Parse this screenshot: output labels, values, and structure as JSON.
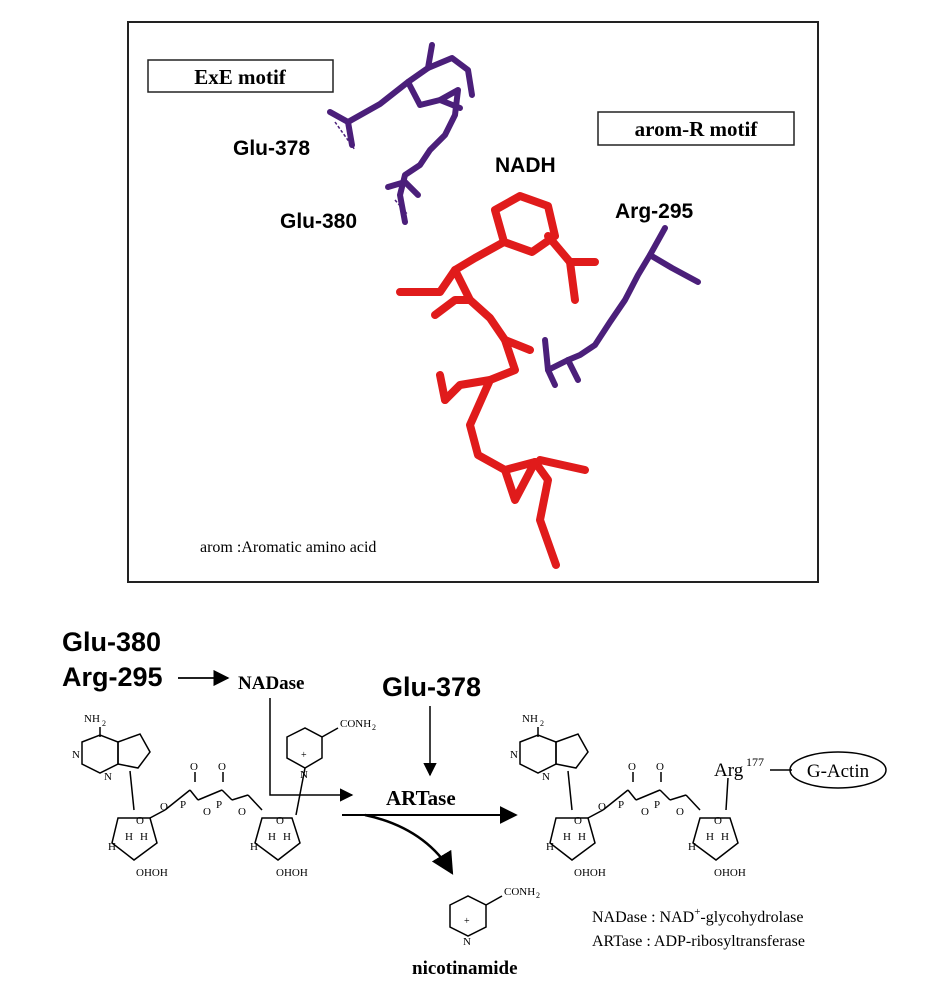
{
  "structure_panel": {
    "motif_exe": "ExE motif",
    "motif_arom_r": "arom-R motif",
    "label_glu378": "Glu-378",
    "label_glu380": "Glu-380",
    "label_nadh": "NADH",
    "label_arg295": "Arg-295",
    "footnote": "arom :Aromatic amino acid",
    "colors": {
      "residue": "#4b1f7a",
      "ligand": "#e01b1b",
      "border": "#222222"
    }
  },
  "scheme": {
    "glu380": "Glu-380",
    "arg295": "Arg-295",
    "nadase": "NADase",
    "glu378": "Glu-378",
    "artase": "ARTase",
    "nh2_left": "NH",
    "nh2_right": "NH",
    "conh2_top": "CONH",
    "conh2_bottom": "CONH",
    "sub2": "2",
    "plus": "+",
    "n_atom": "N",
    "p_atom": "P",
    "o_atom": "O",
    "h_atom": "H",
    "ohoh": "OHOH",
    "arg177": "Arg",
    "arg177_sup": "177",
    "g_actin": "G-Actin",
    "nicotinamide": "nicotinamide",
    "legend_nadase_a": "NADase : NAD",
    "legend_nadase_sup": "+",
    "legend_nadase_b": "-glycohydrolase",
    "legend_artase": "ARTase : ADP-ribosyltransferase"
  }
}
